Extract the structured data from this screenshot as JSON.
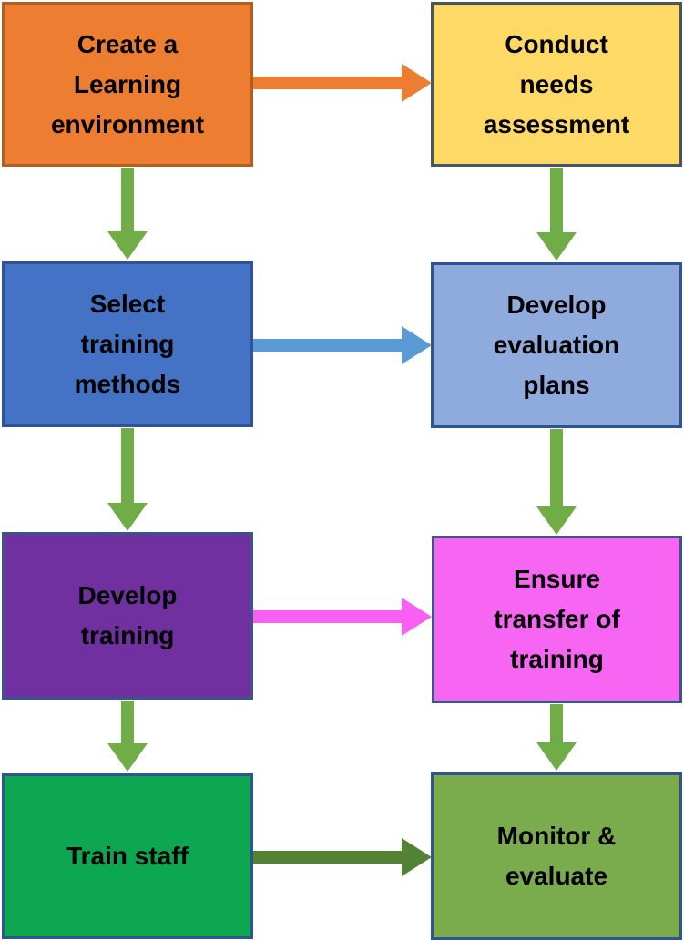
{
  "diagram": {
    "background": "#FFFFFF",
    "text_color": "#000000",
    "boxes": [
      {
        "id": "create-learning-environment",
        "label": "Create a\nLearning\nenvironment",
        "fill": "#ED7D31",
        "border": "#B05E21"
      },
      {
        "id": "conduct-needs-assessment",
        "label": "Conduct\nneeds\nassessment",
        "fill": "#FFD966",
        "border": "#44546A"
      },
      {
        "id": "select-training-methods",
        "label": "Select\ntraining\nmethods",
        "fill": "#4472C4",
        "border": "#2E5496"
      },
      {
        "id": "develop-evaluation-plans",
        "label": "Develop\nevaluation\nplans",
        "fill": "#8FAADC",
        "border": "#2E5496"
      },
      {
        "id": "develop-training",
        "label": "Develop\ntraining",
        "fill": "#7030A0",
        "border": "#3B5489"
      },
      {
        "id": "ensure-transfer-of-training",
        "label": "Ensure\ntransfer of\ntraining",
        "fill": "#F766F2",
        "border": "#3B5489"
      },
      {
        "id": "train-staff",
        "label": "Train staff",
        "fill": "#0CA750",
        "border": "#2E5496"
      },
      {
        "id": "monitor-evaluate",
        "label": "Monitor &\nevaluate",
        "fill": "#7AAC4E",
        "border": "#2E5496"
      }
    ],
    "arrows": {
      "horizontal": [
        {
          "from": "create-learning-environment",
          "to": "conduct-needs-assessment",
          "color": "#ED7D31"
        },
        {
          "from": "select-training-methods",
          "to": "develop-evaluation-plans",
          "color": "#5B9BD5"
        },
        {
          "from": "develop-training",
          "to": "ensure-transfer-of-training",
          "color": "#F95FF0"
        },
        {
          "from": "train-staff",
          "to": "monitor-evaluate",
          "color": "#548235"
        }
      ],
      "vertical": [
        {
          "from": "create-learning-environment",
          "to": "select-training-methods",
          "color": "#70AD47"
        },
        {
          "from": "conduct-needs-assessment",
          "to": "develop-evaluation-plans",
          "color": "#70AD47"
        },
        {
          "from": "select-training-methods",
          "to": "develop-training",
          "color": "#70AD47"
        },
        {
          "from": "develop-evaluation-plans",
          "to": "ensure-transfer-of-training",
          "color": "#70AD47"
        },
        {
          "from": "develop-training",
          "to": "train-staff",
          "color": "#70AD47"
        },
        {
          "from": "ensure-transfer-of-training",
          "to": "monitor-evaluate",
          "color": "#70AD47"
        }
      ]
    }
  }
}
